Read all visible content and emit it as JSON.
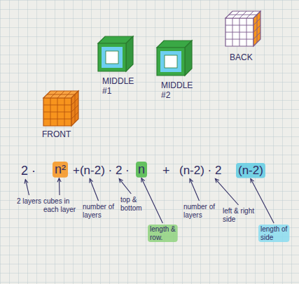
{
  "diagram": {
    "labels": [
      "FRONT",
      "MIDDLE #1",
      "MIDDLE #2",
      "BACK",
      "2 ·",
      "n²",
      "+(n-2) · 2 ·",
      "n",
      "+",
      "(n-2) · 2",
      "(n-2)",
      "2 layers",
      "cubes in each layer",
      "number of layers",
      "top & bottom",
      "length & row.",
      "number of layers",
      "left & right side",
      "length of side"
    ]
  }
}
